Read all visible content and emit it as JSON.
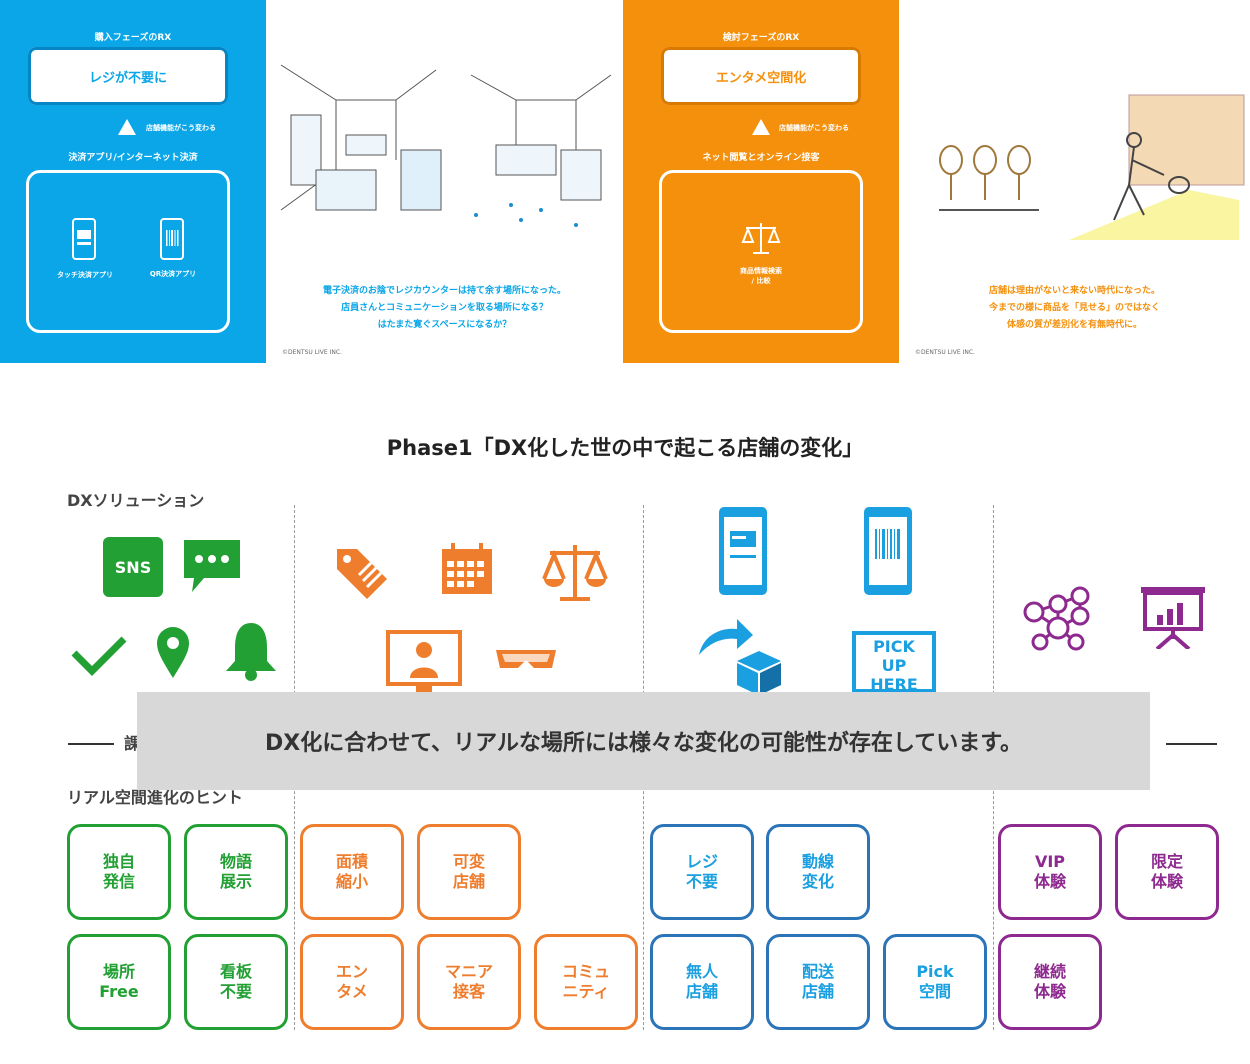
{
  "panels": {
    "blue": {
      "phase": "購入フェーズのRX",
      "headline": "レジが不要に",
      "change_note": "店舗機能がこう変わる",
      "solution_title": "決済アプリ/インターネット決済",
      "app1": "タッチ決済アプリ",
      "app2": "QR決済アプリ"
    },
    "illus1": {
      "caption1": "電子決済のお陰でレジカウンターは持て余す場所になった。",
      "caption2": "店員さんとコミュニケーションを取る場所になる？",
      "caption3": "はたまた寛ぐスペースになるか？",
      "copyright": "©DENTSU LIVE INC."
    },
    "orange": {
      "phase": "検討フェーズのRX",
      "headline": "エンタメ空間化",
      "change_note": "店舗機能がこう変わる",
      "solution_title": "ネット閲覧とオンライン接客",
      "app1": "商品情報検索\n/ 比較"
    },
    "illus2": {
      "caption1": "店舗は理由がないと来ない時代になった。",
      "caption2": "今までの様に商品を「見せる」のではなく",
      "caption3": "体感の質が差別化を有無時代に。",
      "copyright": "©DENTSU LIVE INC."
    }
  },
  "diagram": {
    "title": "Phase1「DX化した世の中で起こる店舗の変化」",
    "dx_solution_label": "DXソリューション",
    "hint_label": "リアル空間進化のヒント",
    "partial_left": "課",
    "overlay_text": "DX化に合わせて、リアルな場所には様々な変化の可能性が存在しています。",
    "sns_text": "SNS",
    "pickup_text": "PICK\nUP\nHERE",
    "hints": {
      "green": [
        "独自\n発信",
        "物語\n展示",
        "場所\nFree",
        "看板\n不要"
      ],
      "orange": [
        "面積\n縮小",
        "可変\n店舗",
        "エン\nタメ",
        "マニア\n接客",
        "コミュ\nニティ"
      ],
      "blue": [
        "レジ\n不要",
        "動線\n変化",
        "無人\n店舗",
        "配送\n店舗",
        "Pick\n空間"
      ],
      "purple": [
        "VIP\n体験",
        "限定\n体験",
        "継続\n体験"
      ]
    }
  },
  "colors": {
    "green": "#22a033",
    "orange": "#ee7d2e",
    "blue": "#1a9fe0",
    "purple": "#8e2a8f",
    "panel_blue": "#0aa6e8",
    "panel_orange": "#f4900c"
  },
  "icons": [
    "sns-icon",
    "chat-icon",
    "check-icon",
    "location-pin-icon",
    "bell-icon",
    "price-tag-icon",
    "calendar-icon",
    "scale-icon",
    "video-call-icon",
    "vr-goggles-icon",
    "payment-phone-icon",
    "qr-phone-icon",
    "delivery-box-icon",
    "pickup-sign-icon",
    "network-icon",
    "presentation-icon"
  ]
}
